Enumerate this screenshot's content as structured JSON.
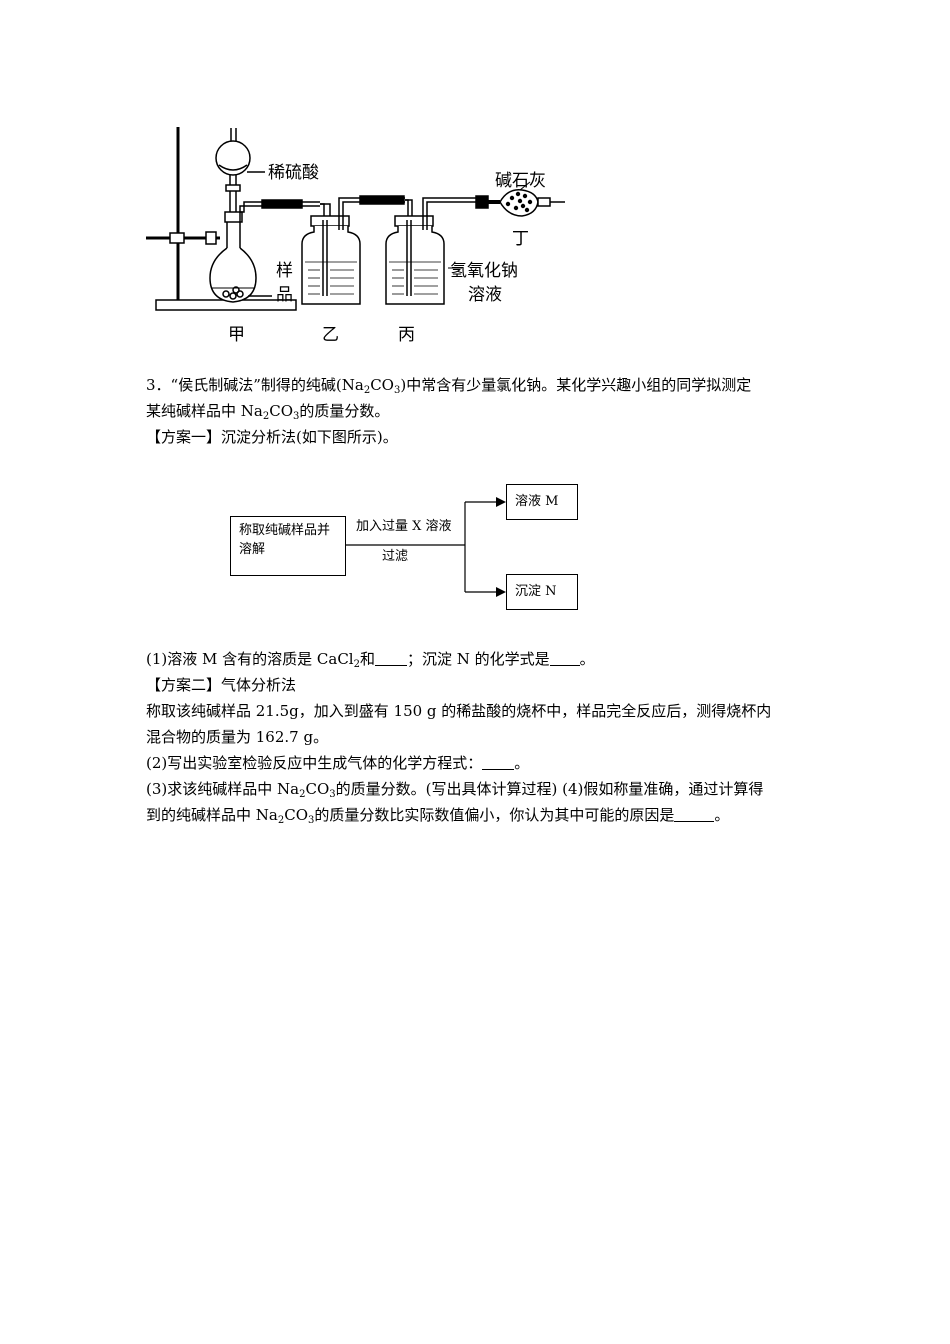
{
  "apparatus": {
    "labels": {
      "acid": "稀硫酸",
      "lime": "碱石灰",
      "ding": "丁",
      "sample_1": "样",
      "sample_2": "品",
      "naoh_1": "氢氧化钠",
      "naoh_2": "溶液",
      "jia": "甲",
      "yi": "乙",
      "bing": "丙"
    }
  },
  "question": {
    "intro_l1_a": "3．“侯氏制碱法”制得的纯碱(Na",
    "sub2": "2",
    "mid_co": "CO",
    "sub3": "3",
    "intro_l1_b": ")中常含有少量氯化钠。某化学兴趣小组的同学拟测定",
    "intro_l2_a": "某纯碱样品中 Na",
    "intro_l2_b": "的质量分数。",
    "plan1_title": "【方案一】沉淀分析法(如下图所示)。",
    "flow": {
      "box_start": "称取纯碱样品并溶解",
      "arrow_top": "加入过量 X 溶液",
      "arrow_bottom": "过滤",
      "box_m": "溶液 M",
      "box_n": "沉淀 N"
    },
    "q1_a": "(1)溶液 M 含有的溶质是 CaCl",
    "q1_b": "和",
    "q1_c": "；沉淀 N 的化学式是",
    "q1_d": "。",
    "plan2_title": "【方案二】气体分析法",
    "plan2_l1": "称取该纯碱样品 21.5g，加入到盛有 150 g 的稀盐酸的烧杯中，样品完全反应后，测得烧杯内",
    "plan2_l2": "混合物的质量为 162.7 g。",
    "q2_a": "(2)写出实验室检验反应中生成气体的化学方程式：",
    "q2_b": "。",
    "q3_a": "(3)求该纯碱样品中 Na",
    "q3_b": "的质量分数。(写出具体计算过程) (4)假如称量准确，通过计算得",
    "q4_a": "到的纯碱样品中 Na",
    "q4_b": "的质量分数比实际数值偏小，你认为其中可能的原因是",
    "q4_c": "。"
  }
}
